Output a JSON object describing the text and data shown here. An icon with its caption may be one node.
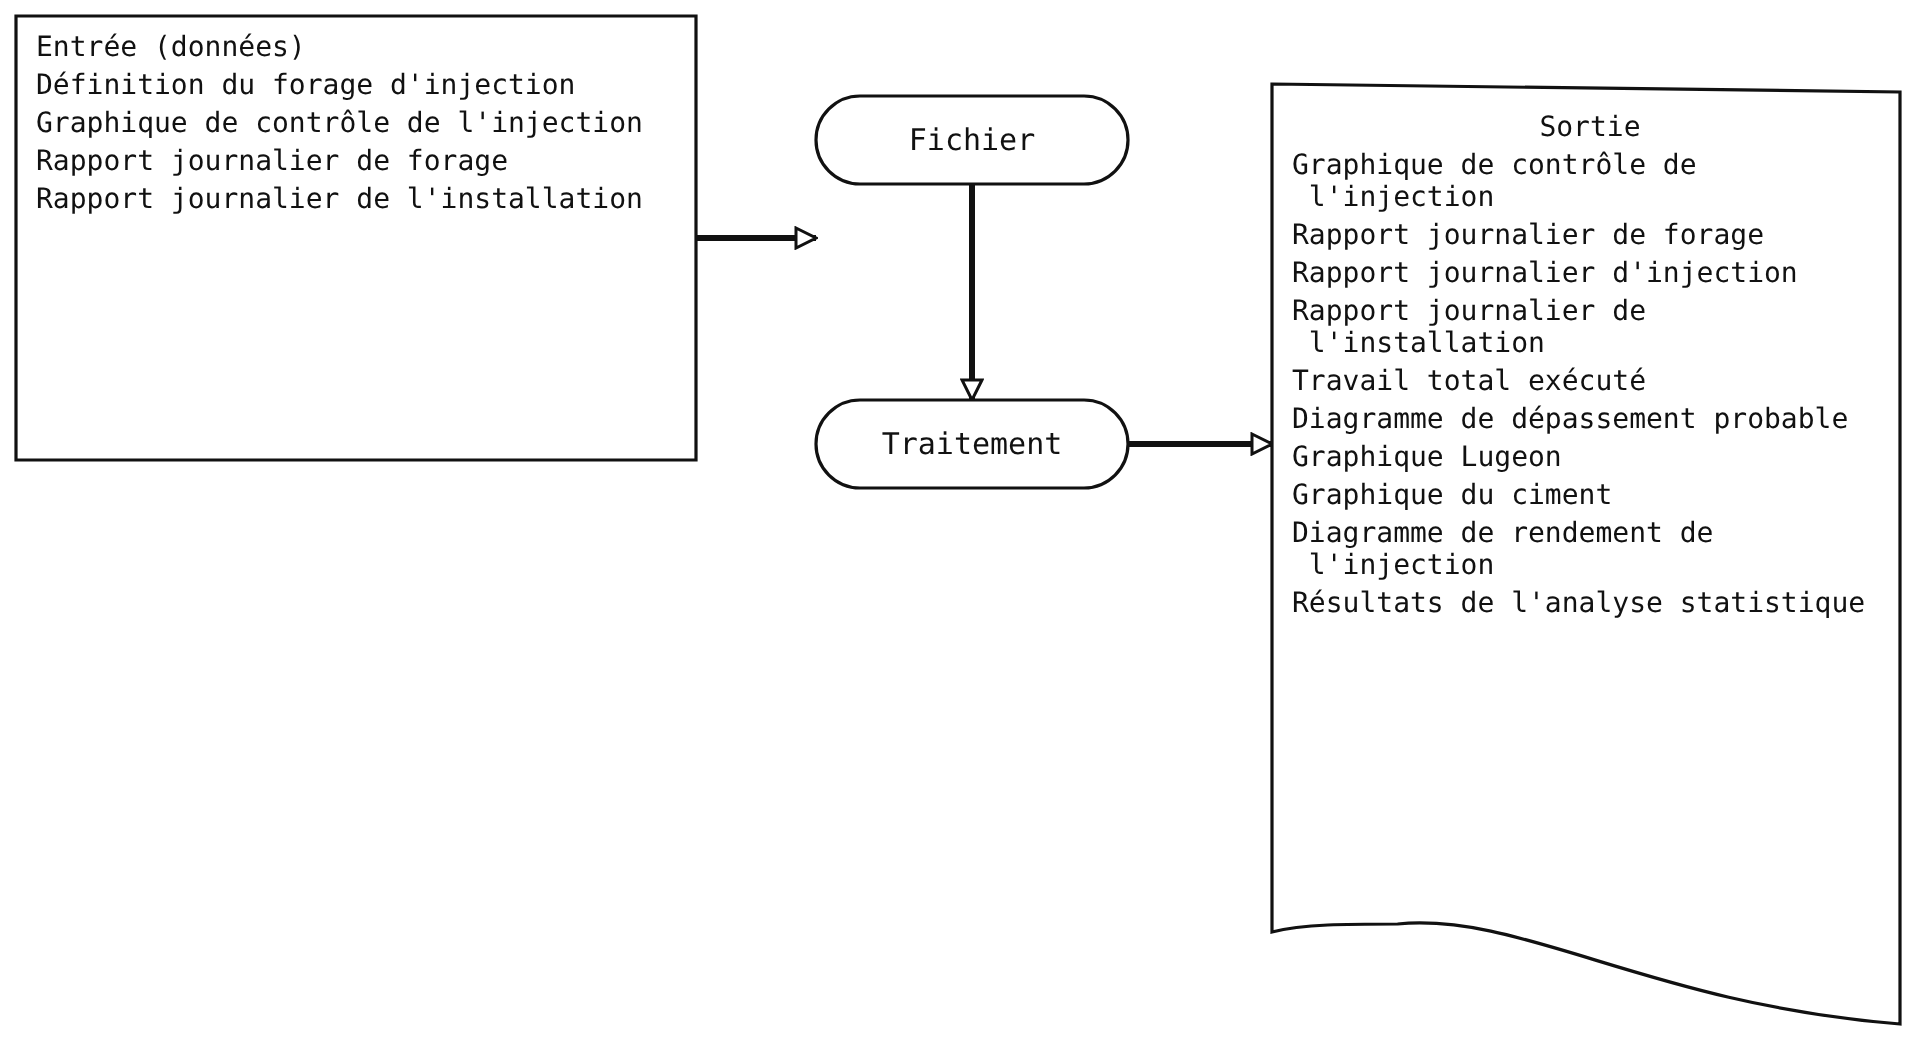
{
  "diagram": {
    "nodes": [
      {
        "text": [
          "Entrée (données)",
          "Définition du forage d'injection",
          "Graphique de contrôle de l'injection",
          "Rapport journalier de forage",
          "Rapport journalier de l'installation"
        ]
      },
      {
        "text": [
          "Fichier"
        ]
      },
      {
        "text": [
          "Traitement"
        ]
      },
      {
        "text": [
          "Sortie",
          "Graphique de contrôle de l'injection",
          "Rapport journalier de forage",
          "Rapport journalier d'injection",
          "Rapport journalier de l'installation",
          "Travail total exécuté",
          "Diagramme de dépassement probable",
          "Graphique Lugeon",
          "Graphique du ciment",
          "Diagramme de rendement de l'injection",
          "Résultats de l'analyse statistique"
        ]
      }
    ],
    "edges": [
      {
        "from": 0,
        "to": 1,
        "arrow": "to"
      },
      {
        "from": 1,
        "to": 2,
        "arrow": "to"
      },
      {
        "from": 2,
        "to": 3,
        "arrow": "to"
      }
    ]
  }
}
